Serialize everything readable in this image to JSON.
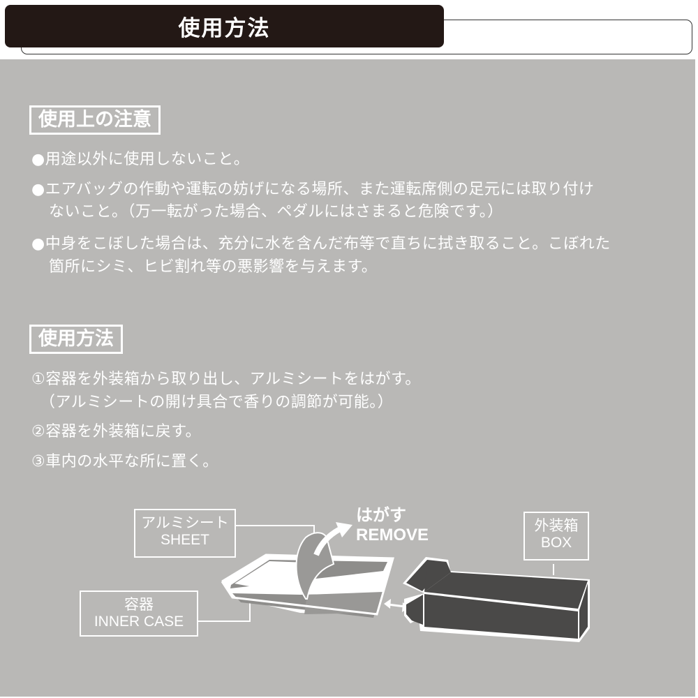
{
  "header": {
    "title": "使用方法"
  },
  "colors": {
    "header_bg": "#231815",
    "panel_bg": "#b9b8b6",
    "text": "#ffffff",
    "box_dark": "#4a4948",
    "case_gray": "#8e8d8b"
  },
  "cautions": {
    "heading": "使用上の注意",
    "items": [
      {
        "lines": [
          "●用途以外に使用しないこと。"
        ]
      },
      {
        "lines": [
          "●エアバッグの作動や運転の妨げになる場所、また運転席側の足元には取り付け",
          "ないこと。（万一転がった場合、ペダルにはさまると危険です。）"
        ]
      },
      {
        "lines": [
          "●中身をこぼした場合は、充分に水を含んだ布等で直ちに拭き取ること。こぼれた",
          "箇所にシミ、ヒビ割れ等の悪影響を与えます。"
        ]
      }
    ]
  },
  "usage": {
    "heading": "使用方法",
    "steps": [
      {
        "lines": [
          "①容器を外装箱から取り出し、アルミシートをはがす。",
          "（アルミシートの開け具合で香りの調節が可能。）"
        ]
      },
      {
        "lines": [
          "②容器を外装箱に戻す。"
        ]
      },
      {
        "lines": [
          "③車内の水平な所に置く。"
        ]
      }
    ]
  },
  "diagram": {
    "sheet_label": {
      "jp": "アルミシート",
      "en": "SHEET"
    },
    "remove_label": {
      "jp": "はがす",
      "en": "REMOVE"
    },
    "case_label": {
      "jp": "容器",
      "en": "INNER CASE"
    },
    "box_label": {
      "jp": "外装箱",
      "en": "BOX"
    }
  }
}
